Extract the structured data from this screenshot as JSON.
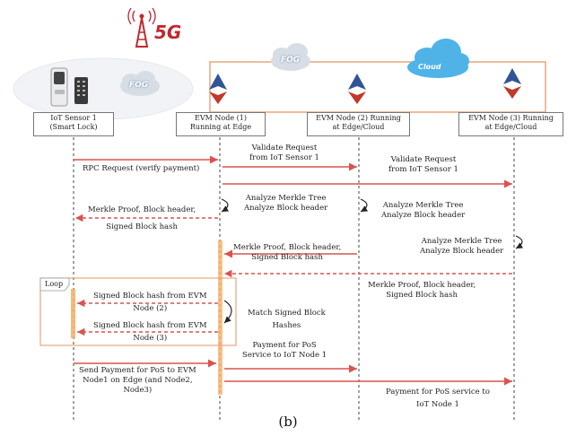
{
  "header": {
    "fiveg_label": "5G",
    "fog_label_left": "FOG",
    "fog_label_top": "FOG",
    "cloud_label": "Cloud"
  },
  "nodes": [
    {
      "id": "iot",
      "line1": "IoT Sensor 1",
      "line2": "(Smart Lock)"
    },
    {
      "id": "evm1",
      "line1": "EVM Node (1)",
      "line2": "Running at Edge"
    },
    {
      "id": "evm2",
      "line1": "EVM Node (2) Running",
      "line2": "at Edge/Cloud"
    },
    {
      "id": "evm3",
      "line1": "EVM Node (3) Running",
      "line2": "at Edge/Cloud"
    }
  ],
  "messages": {
    "rpc_request": "RPC Request (verify payment)",
    "validate_1_a": "Validate Request",
    "validate_1_b": "from IoT Sensor 1",
    "validate_2_a": "Validate Request",
    "validate_2_b": "from IoT Sensor 1",
    "analyze_1_a": "Analyze Merkle Tree",
    "analyze_1_b": "Analyze Block header",
    "analyze_2_a": "Analyze Merkle Tree",
    "analyze_2_b": "Analyze Block header",
    "analyze_3_a": "Analyze Merkle Tree",
    "analyze_3_b": "Analyze Block header",
    "proof_to_iot_a": "Merkle Proof, Block header,",
    "proof_to_iot_b": "Signed Block hash",
    "proof_from_2_a": "Merkle Proof, Block header,",
    "proof_from_2_b": "Signed Block hash",
    "proof_from_3_a": "Merkle Proof, Block header,",
    "proof_from_3_b": "Signed Block hash",
    "loop_label": "Loop",
    "signed_2_a": "Signed Block hash from EVM",
    "signed_2_b": "Node (2)",
    "signed_3_a": "Signed Block hash from EVM",
    "signed_3_b": "Node (3)",
    "match_a": "Match Signed Block",
    "match_b": "Hashes",
    "payment_2_a": "Payment for PoS",
    "payment_2_b": "Service to IoT Node 1",
    "send_payment_a": "Send Payment for PoS to EVM",
    "send_payment_b": "Node1 on Edge (and Node2,",
    "send_payment_c": "Node3)",
    "payment_3_a": "Payment for PoS service to",
    "payment_3_b": "IoT Node 1"
  },
  "caption": "(b)",
  "colors": {
    "arrow": "#d9534f",
    "activation": "#f0a04b",
    "lifeline": "#333333",
    "fog_border": "#e8a67a"
  }
}
